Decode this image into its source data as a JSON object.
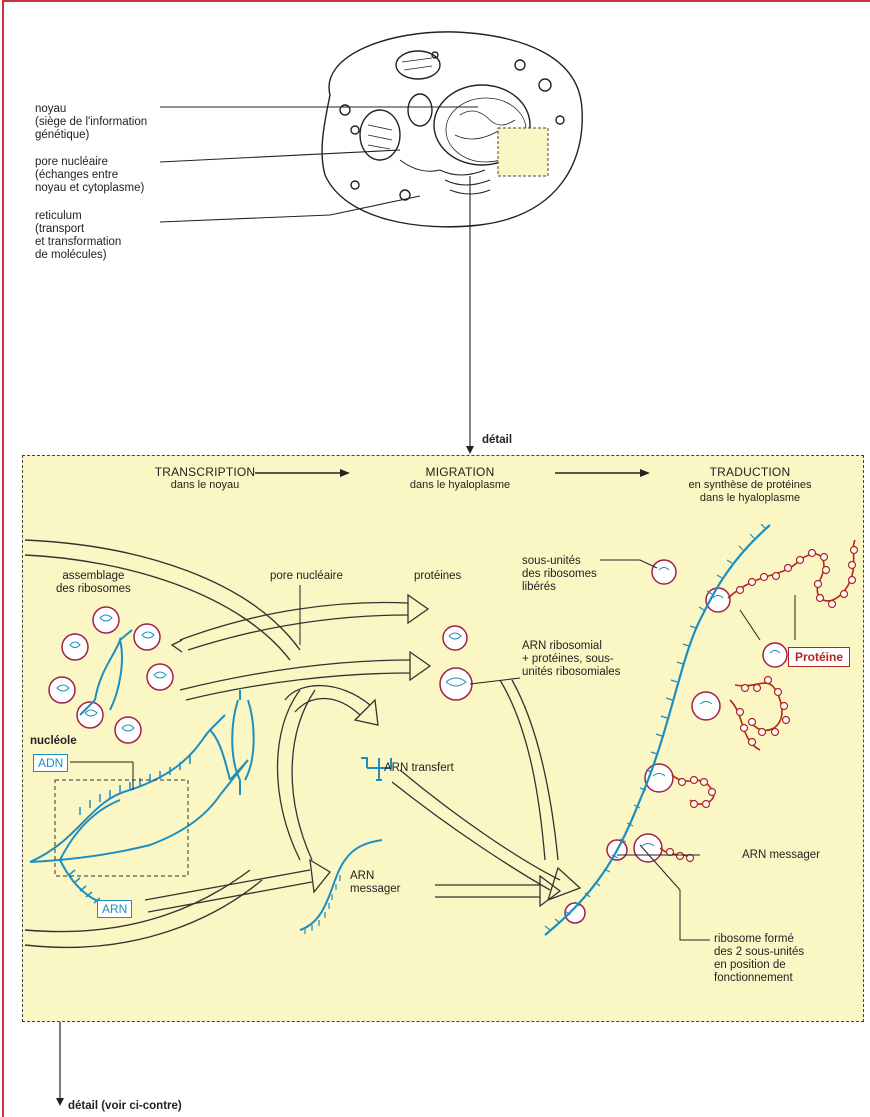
{
  "cell_labels": {
    "noyau": [
      "noyau",
      "(siège de l'information",
      "génétique)"
    ],
    "pore": [
      "pore nucléaire",
      "(échanges entre",
      "noyau et cytoplasme)"
    ],
    "reticulum": [
      "reticulum",
      "(transport",
      "et transformation",
      "de molécules)"
    ]
  },
  "detail_top": "détail",
  "detail_bottom": "détail (voir ci-contre)",
  "phases": [
    {
      "title": "TRANSCRIPTION",
      "subtitle": "dans le noyau"
    },
    {
      "title": "MIGRATION",
      "subtitle": "dans le hyaloplasme"
    },
    {
      "title": "TRADUCTION",
      "subtitle": "en synthèse de protéines",
      "subtitle2": "dans le hyaloplasme"
    }
  ],
  "labels": {
    "assemblage": [
      "assemblage",
      "des ribosomes"
    ],
    "pore_nucleaire": "pore nucléaire",
    "proteines": "protéines",
    "sous_unites": [
      "sous-unités",
      "des ribosomes",
      "libérés"
    ],
    "arn_ribosomial": [
      "ARN ribosomial",
      "+ protéines, sous-",
      "unités ribosomiales"
    ],
    "nucleole": "nucléole",
    "adn": "ADN",
    "arn_box": "ARN",
    "arn_transfert": "ARN transfert",
    "arn_messager_free": [
      "ARN",
      "messager"
    ],
    "arn_messager": "ARN messager",
    "ribosome_forme": [
      "ribosome formé",
      "des 2 sous-unités",
      "en position de",
      "fonctionnement"
    ],
    "proteine": "Protéine"
  },
  "colors": {
    "frame": "#c8323c",
    "box_bg": "#fbf7c4",
    "blue": "#1d8fbf",
    "red": "#b3261e",
    "ink": "#222222"
  }
}
